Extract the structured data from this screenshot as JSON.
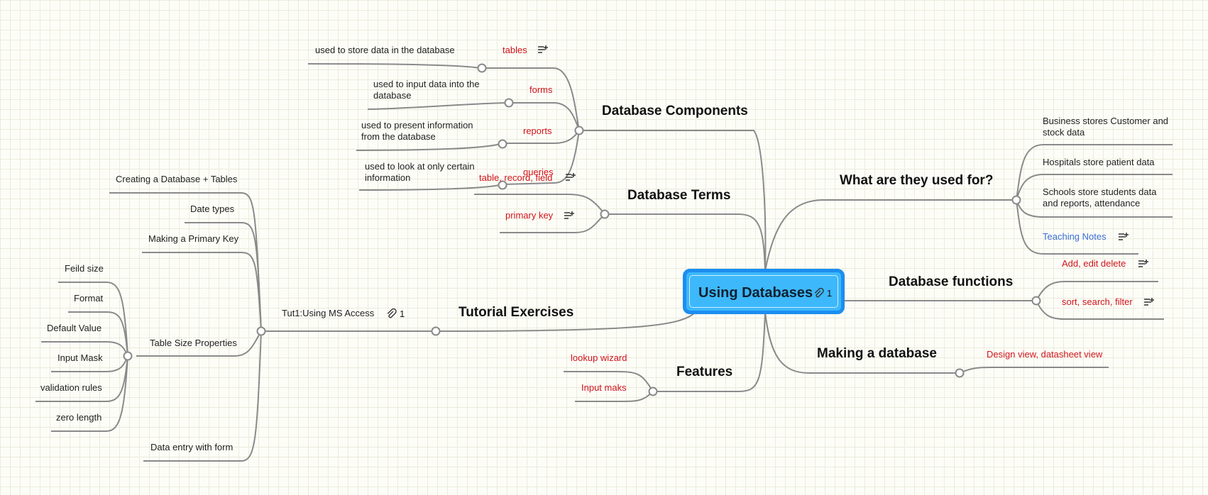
{
  "central": {
    "title": "Using Databases",
    "attachment_count": "1"
  },
  "components": {
    "title": "Database Components",
    "items": [
      {
        "label": "tables",
        "desc": "used to store data in the database"
      },
      {
        "label": "forms",
        "desc": "used to input data into the database"
      },
      {
        "label": "reports",
        "desc": "used to present information from the database"
      },
      {
        "label": "queries",
        "desc": "used to look at only certain information"
      }
    ]
  },
  "terms": {
    "title": "Database Terms",
    "items": [
      "table, record, field",
      "primary key"
    ]
  },
  "uses": {
    "title": "What are they used for?",
    "items": [
      "Business stores Customer and stock data",
      "Hospitals store patient data",
      "Schools store students data and reports, attendance",
      "Teaching Notes"
    ]
  },
  "functions": {
    "title": "Database functions",
    "items": [
      "Add, edit delete",
      "sort, search, filter"
    ]
  },
  "making": {
    "title": "Making a database",
    "items": [
      "Design view, datasheet view"
    ]
  },
  "features": {
    "title": "Features",
    "items": [
      "lookup wizard",
      "Input maks"
    ]
  },
  "tutorial": {
    "title": "Tutorial Exercises",
    "child": {
      "label": "Tut1:Using MS Access",
      "attachment_count": "1"
    },
    "items": [
      "Creating a Database + Tables",
      "Date types",
      "Making a Primary Key",
      "Table Size Properties",
      "Data entry with form"
    ],
    "table_size_properties": [
      "Feild size",
      "Format",
      "Default Value",
      "Input Mask",
      "validation rules",
      "zero length"
    ]
  },
  "colors": {
    "central_fill": "#3db8fb",
    "central_border": "#1c8ef0",
    "connector": "#8a8a8a",
    "red_topic": "#d0151b",
    "blue_topic": "#3a6fd8"
  }
}
